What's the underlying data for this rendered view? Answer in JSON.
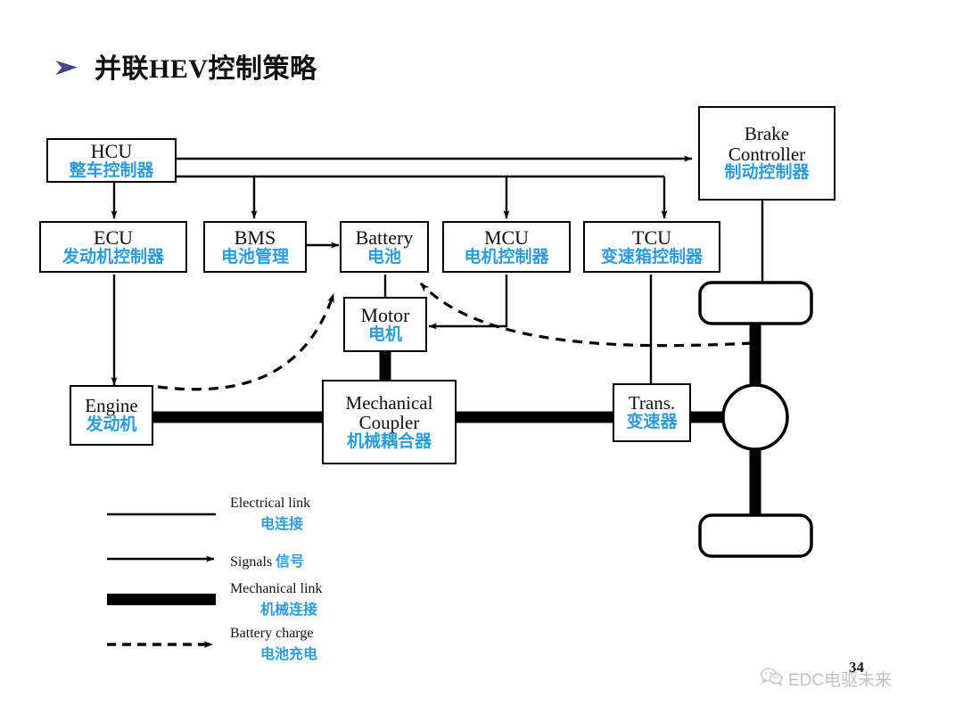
{
  "slide": {
    "title": "并联HEV控制策略",
    "bullet_icon": "arrow-bullet-icon",
    "page_number": "34",
    "background_color": "#ffffff",
    "accent_color": "#2e9bd6",
    "line_color": "#000000"
  },
  "nodes": {
    "hcu": {
      "en": "HCU",
      "cn": "整车控制器"
    },
    "ecu": {
      "en": "ECU",
      "cn": "发动机控制器"
    },
    "bms": {
      "en": "BMS",
      "cn": "电池管理"
    },
    "battery": {
      "en": "Battery",
      "cn": "电池"
    },
    "mcu": {
      "en": "MCU",
      "cn": "电机控制器"
    },
    "tcu": {
      "en": "TCU",
      "cn": "变速箱控制器"
    },
    "brake": {
      "en1": "Brake",
      "en2": "Controller",
      "cn": "制动控制器"
    },
    "motor": {
      "en": "Motor",
      "cn": "电机"
    },
    "engine": {
      "en": "Engine",
      "cn": "发动机"
    },
    "coupler": {
      "en1": "Mechanical",
      "en2": "Coupler",
      "cn": "机械耦合器"
    },
    "trans": {
      "en": "Trans.",
      "cn": "变速器"
    }
  },
  "legend": {
    "items": [
      {
        "sample": "solid-line",
        "en": "Electrical link",
        "cn": "电连接",
        "inline": false
      },
      {
        "sample": "arrow-line",
        "en": "Signals ",
        "cn": "信号",
        "inline": true
      },
      {
        "sample": "thick-bar",
        "en": "Mechanical link",
        "cn": "机械连接",
        "inline": false
      },
      {
        "sample": "dashed-arrow",
        "en": "Battery charge",
        "cn": "电池充电",
        "inline": false
      }
    ]
  },
  "watermark": {
    "icon": "wechat-icon",
    "text": "EDC电驱未来"
  }
}
